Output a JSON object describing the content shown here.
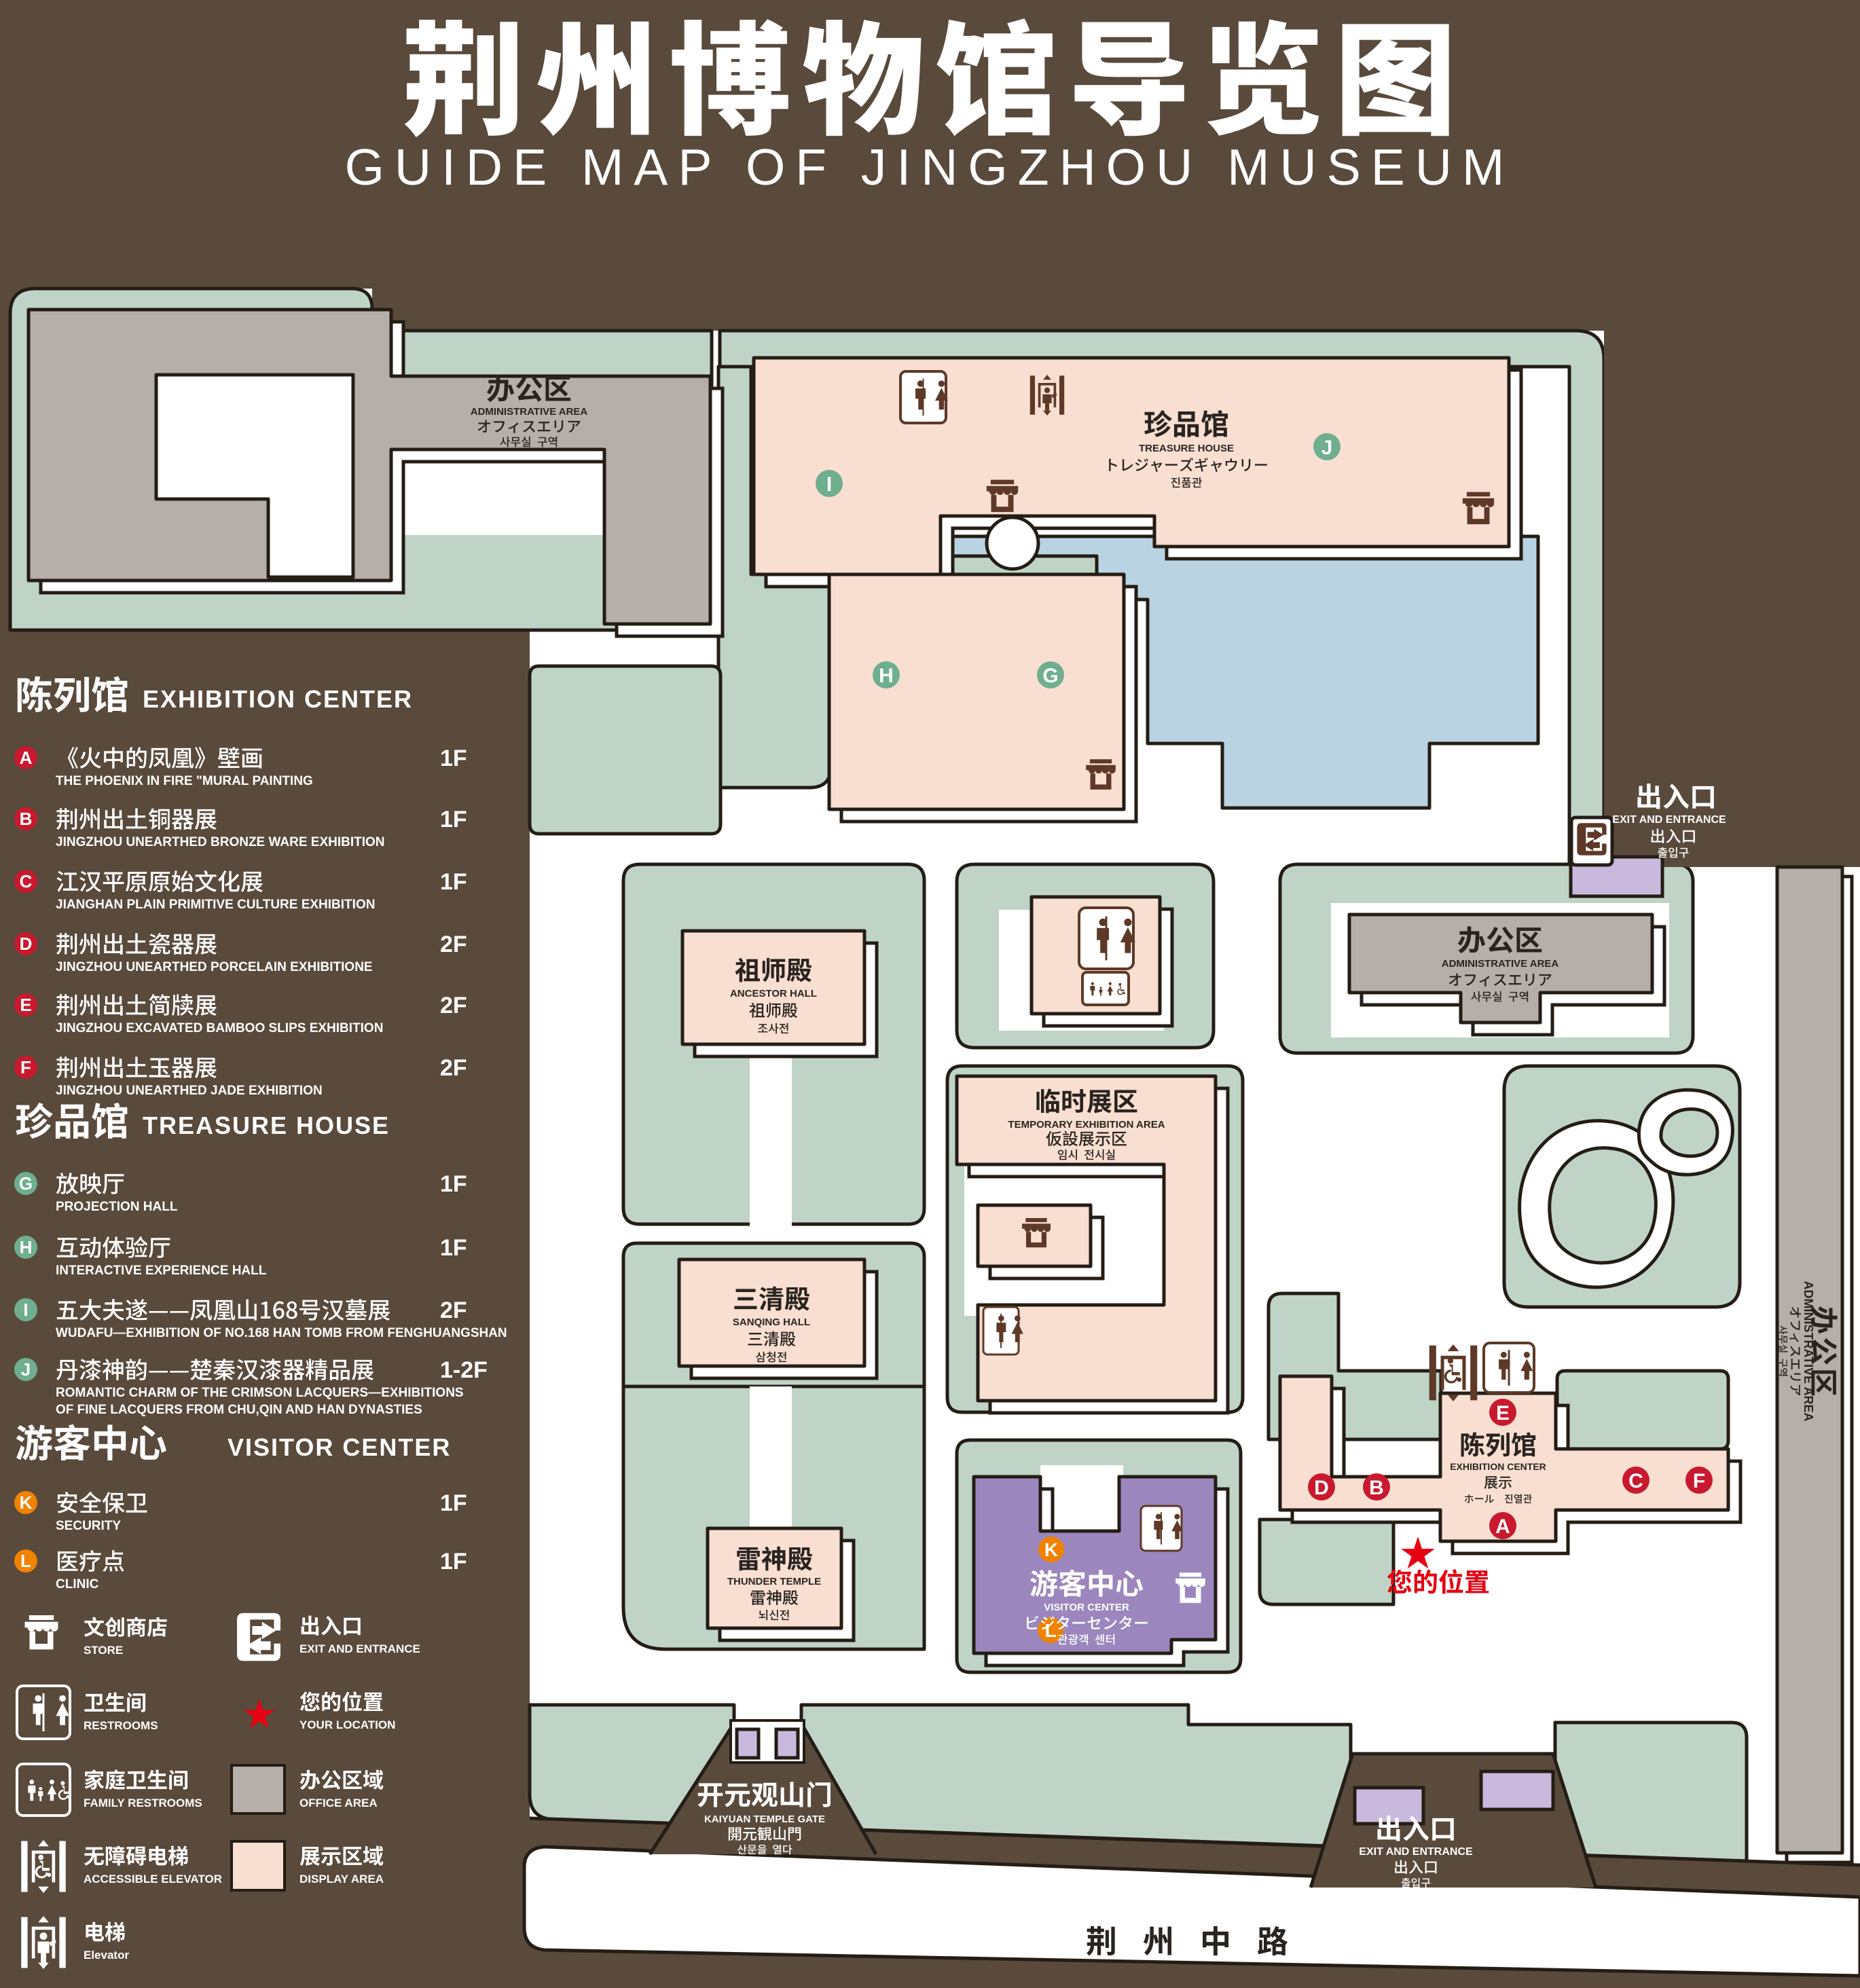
{
  "title": {
    "zh": "荆州博物馆导览图",
    "en": "GUIDE MAP OF JINGZHOU MUSEUM"
  },
  "sidebar": {
    "sections": [
      {
        "zh": "陈列馆",
        "en": "EXHIBITION CENTER",
        "items": [
          {
            "letter": "A",
            "zh": "《火中的凤凰》壁画",
            "en": "THE PHOENIX IN FIRE \"MURAL PAINTING",
            "floor": "1F"
          },
          {
            "letter": "B",
            "zh": "荆州出土铜器展",
            "en": "JINGZHOU UNEARTHED BRONZE WARE EXHIBITION",
            "floor": "1F"
          },
          {
            "letter": "C",
            "zh": "江汉平原原始文化展",
            "en": "JIANGHAN PLAIN PRIMITIVE CULTURE EXHIBITION",
            "floor": "1F"
          },
          {
            "letter": "D",
            "zh": "荆州出土瓷器展",
            "en": "JINGZHOU UNEARTHED PORCELAIN EXHIBITIONE",
            "floor": "2F"
          },
          {
            "letter": "E",
            "zh": "荆州出土简牍展",
            "en": "JINGZHOU EXCAVATED BAMBOO SLIPS EXHIBITION",
            "floor": "2F"
          },
          {
            "letter": "F",
            "zh": "荆州出土玉器展",
            "en": "JINGZHOU UNEARTHED JADE EXHIBITION",
            "floor": "2F"
          }
        ]
      },
      {
        "zh": "珍品馆",
        "en": "TREASURE HOUSE",
        "items": [
          {
            "letter": "G",
            "zh": "放映厅",
            "en": "PROJECTION HALL",
            "floor": "1F"
          },
          {
            "letter": "H",
            "zh": "互动体验厅",
            "en": "INTERACTIVE EXPERIENCE HALL",
            "floor": "1F"
          },
          {
            "letter": "I",
            "zh": "五大夫遂——凤凰山168号汉墓展",
            "en": "WUDAFU—EXHIBITION OF NO.168 HAN TOMB FROM FENGHUANGSHAN",
            "floor": "2F"
          },
          {
            "letter": "J",
            "zh": "丹漆神韵——楚秦汉漆器精品展",
            "en": "ROMANTIC CHARM OF THE CRIMSON LACQUERS—EXHIBITIONS OF FINE LACQUERS FROM CHU,QIN AND HAN DYNASTIES",
            "en_lines": [
              "ROMANTIC CHARM OF THE CRIMSON LACQUERS—EXHIBITIONS",
              "OF FINE LACQUERS FROM CHU,QIN AND HAN DYNASTIES"
            ],
            "floor": "1-2F"
          }
        ]
      },
      {
        "zh": "游客中心",
        "en": "VISITOR CENTER",
        "items": [
          {
            "letter": "K",
            "zh": "安全保卫",
            "en": "SECURITY",
            "floor": "1F"
          },
          {
            "letter": "L",
            "zh": "医疗点",
            "en": "CLINIC",
            "floor": "1F"
          }
        ]
      }
    ],
    "legend": [
      {
        "icon": "store-icon",
        "zh": "文创商店",
        "en": "STORE"
      },
      {
        "icon": "exit-icon",
        "zh": "出入口",
        "en": "EXIT AND ENTRANCE"
      },
      {
        "icon": "restrooms-icon",
        "zh": "卫生间",
        "en": "RESTROOMS"
      },
      {
        "icon": "your-location-star-icon",
        "zh": "您的位置",
        "en": "YOUR LOCATION"
      },
      {
        "icon": "family-restrooms-icon",
        "zh": "家庭卫生间",
        "en": "FAMILY RESTROOMS"
      },
      {
        "icon": "office-area-swatch",
        "zh": "办公区域",
        "en": "OFFICE AREA"
      },
      {
        "icon": "accessible-elevator-icon",
        "zh": "无障碍电梯",
        "en": "ACCESSIBLE ELEVATOR"
      },
      {
        "icon": "display-area-swatch",
        "zh": "展示区域",
        "en": "DISPLAY AREA"
      },
      {
        "icon": "elevator-icon",
        "zh": "电梯",
        "en": "Elevator"
      }
    ]
  },
  "map": {
    "admin_area_nw": {
      "zh": "办公区",
      "en": "ADMINISTRATIVE AREA",
      "ja": "オフィスエリア",
      "ko": "사무실 구역"
    },
    "treasure_house": {
      "zh": "珍品馆",
      "en": "TREASURE HOUSE",
      "ja": "トレジャーズギャウリー",
      "ko": "진품관"
    },
    "exit_ne": {
      "zh": "出入口",
      "en": "EXIT AND ENTRANCE",
      "ja": "出入口",
      "ko": "출입구"
    },
    "ancestor_hall": {
      "zh": "祖师殿",
      "en": "ANCESTOR HALL",
      "ja": "祖师殿",
      "ko": "조사전"
    },
    "admin_area_east": {
      "zh": "办公区",
      "en": "ADMINISTRATIVE AREA",
      "ja": "オフィスエリア",
      "ko": "사무실 구역"
    },
    "temporary_exhibition": {
      "zh": "临时展区",
      "en": "TEMPORARY EXHIBITION AREA",
      "ja": "仮設展示区",
      "ko": "임시 전시실"
    },
    "sanqing_hall": {
      "zh": "三清殿",
      "en": "SANQING HALL",
      "ja": "三清殿",
      "ko": "삼청전"
    },
    "thunder_temple": {
      "zh": "雷神殿",
      "en": "THUNDER TEMPLE",
      "ja": "雷神殿",
      "ko": "뇌신전"
    },
    "visitor_center": {
      "zh": "游客中心",
      "en": "VISITOR CENTER",
      "ja": "ビジターセンター",
      "ko": "관광객 센터"
    },
    "exhibition_center": {
      "zh": "陈列馆",
      "en": "EXHIBITION CENTER",
      "ja": "展示",
      "ja_ko_sub": "ホール  진열관"
    },
    "admin_area_strip": {
      "zh": "办公区",
      "en": "ADMINISTRATIVE AREA",
      "ja": "オフィスエリア",
      "ko": "사무실 구역"
    },
    "exit_south": {
      "zh": "出入口",
      "en": "EXIT AND ENTRANCE",
      "ja": "出入口",
      "ko": "출입구"
    },
    "kaiyuan_gate": {
      "zh": "开元观山门",
      "en": "KAIYUAN TEMPLE GATE",
      "ja": "開元観山門",
      "ko": "산문을 열다"
    },
    "your_location": {
      "zh": "您的位置"
    },
    "road": {
      "zh": "荆州中路"
    },
    "markers": {
      "red": [
        "A",
        "B",
        "C",
        "D",
        "E",
        "F"
      ],
      "green": [
        "G",
        "H",
        "I",
        "J"
      ],
      "orange": [
        "K",
        "L"
      ]
    }
  },
  "colors": {
    "background": "#594A3C",
    "lawn": "#BFD4C6",
    "display_area": "#F8DFD1",
    "office_area": "#B5AEA9",
    "pond": "#B9D3E2",
    "visitor_center": "#9B87BE",
    "gate": "#C9B9DD",
    "marker_red": "#C9192E",
    "marker_green": "#6FAE8E",
    "marker_orange": "#F08200",
    "icon_brown": "#5E3927",
    "star_red": "#E60012",
    "outline": "#241D15"
  }
}
